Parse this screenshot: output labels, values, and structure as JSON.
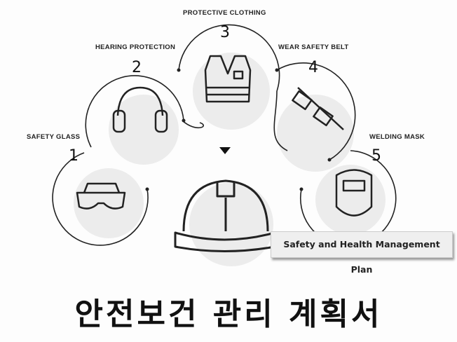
{
  "items": [
    {
      "number": "1",
      "label": "SAFETY GLASS",
      "icon": "safety-glasses-icon"
    },
    {
      "number": "2",
      "label": "HEARING PROTECTION",
      "icon": "earmuffs-icon"
    },
    {
      "number": "3",
      "label": "PROTECTIVE CLOTHING",
      "icon": "vest-icon"
    },
    {
      "number": "4",
      "label": "WEAR SAFETY BELT",
      "icon": "safety-belt-icon"
    },
    {
      "number": "5",
      "label": "WELDING MASK",
      "icon": "welding-mask-icon"
    }
  ],
  "center_icon": "hard-hat-icon",
  "plan_label": "Safety and Health Management Plan",
  "title": "안전보건 관리 계획서"
}
